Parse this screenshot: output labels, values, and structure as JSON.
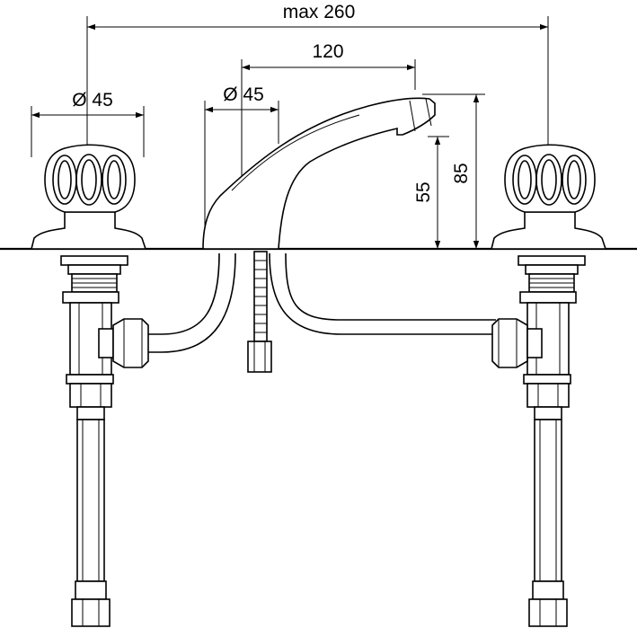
{
  "dimensions": {
    "overall_width": "max 260",
    "spout_reach": "120",
    "handle_diameter": "Ø 45",
    "spout_base_diameter": "Ø 45",
    "spout_outlet_height": "55",
    "spout_total_height": "85"
  }
}
